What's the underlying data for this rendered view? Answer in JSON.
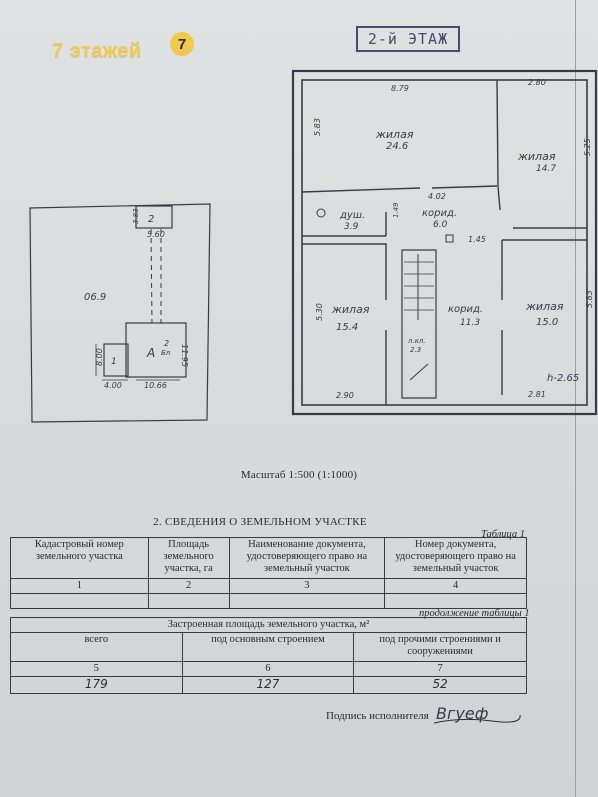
{
  "watermark": {
    "text": "7 этажей",
    "logo": "7"
  },
  "stamp": {
    "floor_label": "2-й ЭТАЖ"
  },
  "site_plan": {
    "dims": {
      "top": "5.60",
      "small_side": "3.83",
      "area": "06.9",
      "left_h": "8.00",
      "bottom_left": "4.00",
      "bottom": "10.66",
      "right": "11.95"
    },
    "labels": {
      "shed": "2",
      "house_small": "1",
      "house_main": "А",
      "house_floors": "2",
      "house_floors_sub": "Бл"
    }
  },
  "floor_plan": {
    "dims": {
      "top_left_width": "8.79",
      "top_right_width": "2.80",
      "left_top_height": "5.83",
      "right_top_height": "5.25",
      "corridor_len": "4.02",
      "bath_h": "1.49",
      "corridor_w": "1.45",
      "left_bottom_height": "5.30",
      "bottom_left_width": "2.90",
      "bottom_right_width": "2.81",
      "right_bottom_height": "5.83",
      "ceiling_h": "h-2.65"
    },
    "rooms": [
      {
        "name": "жилая",
        "area": "24.6"
      },
      {
        "name": "жилая",
        "area": "14.7"
      },
      {
        "name": "душ.",
        "area": "3.9"
      },
      {
        "name": "корид.",
        "area": "6.0"
      },
      {
        "name": "жилая",
        "area": "15.4"
      },
      {
        "name": "корид.",
        "area": "11.3"
      },
      {
        "name": "жилая",
        "area": "15.0"
      },
      {
        "name": "л.кл.",
        "area": "2.3"
      }
    ]
  },
  "scale_text": "Масштаб 1:500 (1:1000)",
  "section_title": "2. СВЕДЕНИЯ  О ЗЕМЕЛЬНОМ УЧАСТКЕ",
  "table1": {
    "caption": "Таблица 1",
    "headers": [
      "Кадастровый номер земельного участка",
      "Площадь земельного участка, га",
      "Наименование документа, удостоверяющего право на земельный участок",
      "Номер документа, удостоверяющего право на земельный участок"
    ],
    "numbers": [
      "1",
      "2",
      "3",
      "4"
    ]
  },
  "table2": {
    "caption": "продолжение таблицы 1",
    "title": "Застроенная площадь земельного участка, м²",
    "headers": [
      "всего",
      "под основным строением",
      "под прочими строениями и сооружениями"
    ],
    "numbers": [
      "5",
      "6",
      "7"
    ],
    "values": [
      "179",
      "127",
      "52"
    ]
  },
  "signature": {
    "label": "Подпись исполнителя",
    "text": "Вгуеф"
  },
  "colors": {
    "paper": "#dcdfe0",
    "ink": "#2a2a2e",
    "watermark": "#f2c94c",
    "stamp": "#4a4a6a"
  }
}
